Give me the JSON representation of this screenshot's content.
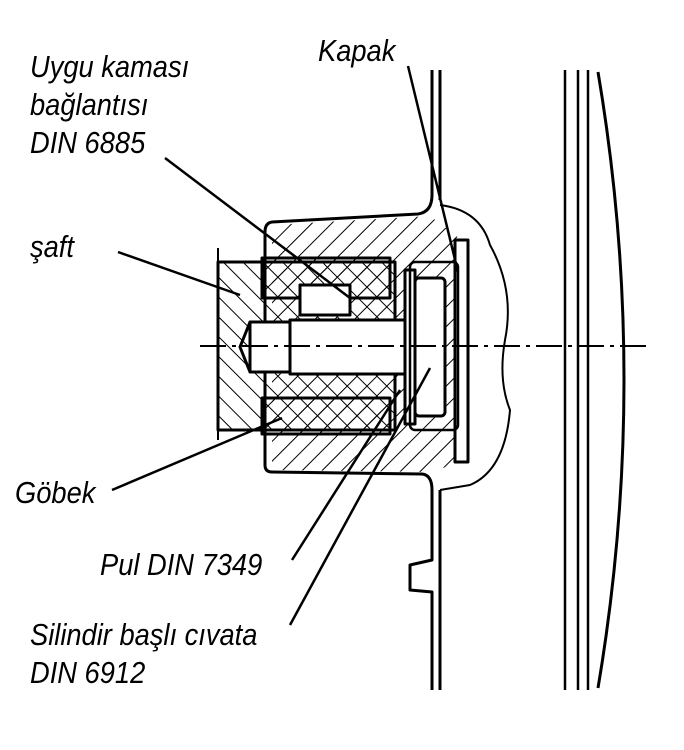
{
  "labels": {
    "feather_key_line1": "Uygu kaması",
    "feather_key_line2": "bağlantısı",
    "feather_key_line3": "DIN 6885",
    "cover": "Kapak",
    "shaft": "şaft",
    "hub": "Göbek",
    "washer": "Pul DIN 7349",
    "screw_line1": "Silindir başlı cıvata",
    "screw_line2": "DIN 6912"
  },
  "colors": {
    "line": "#000000",
    "background": "#ffffff"
  }
}
